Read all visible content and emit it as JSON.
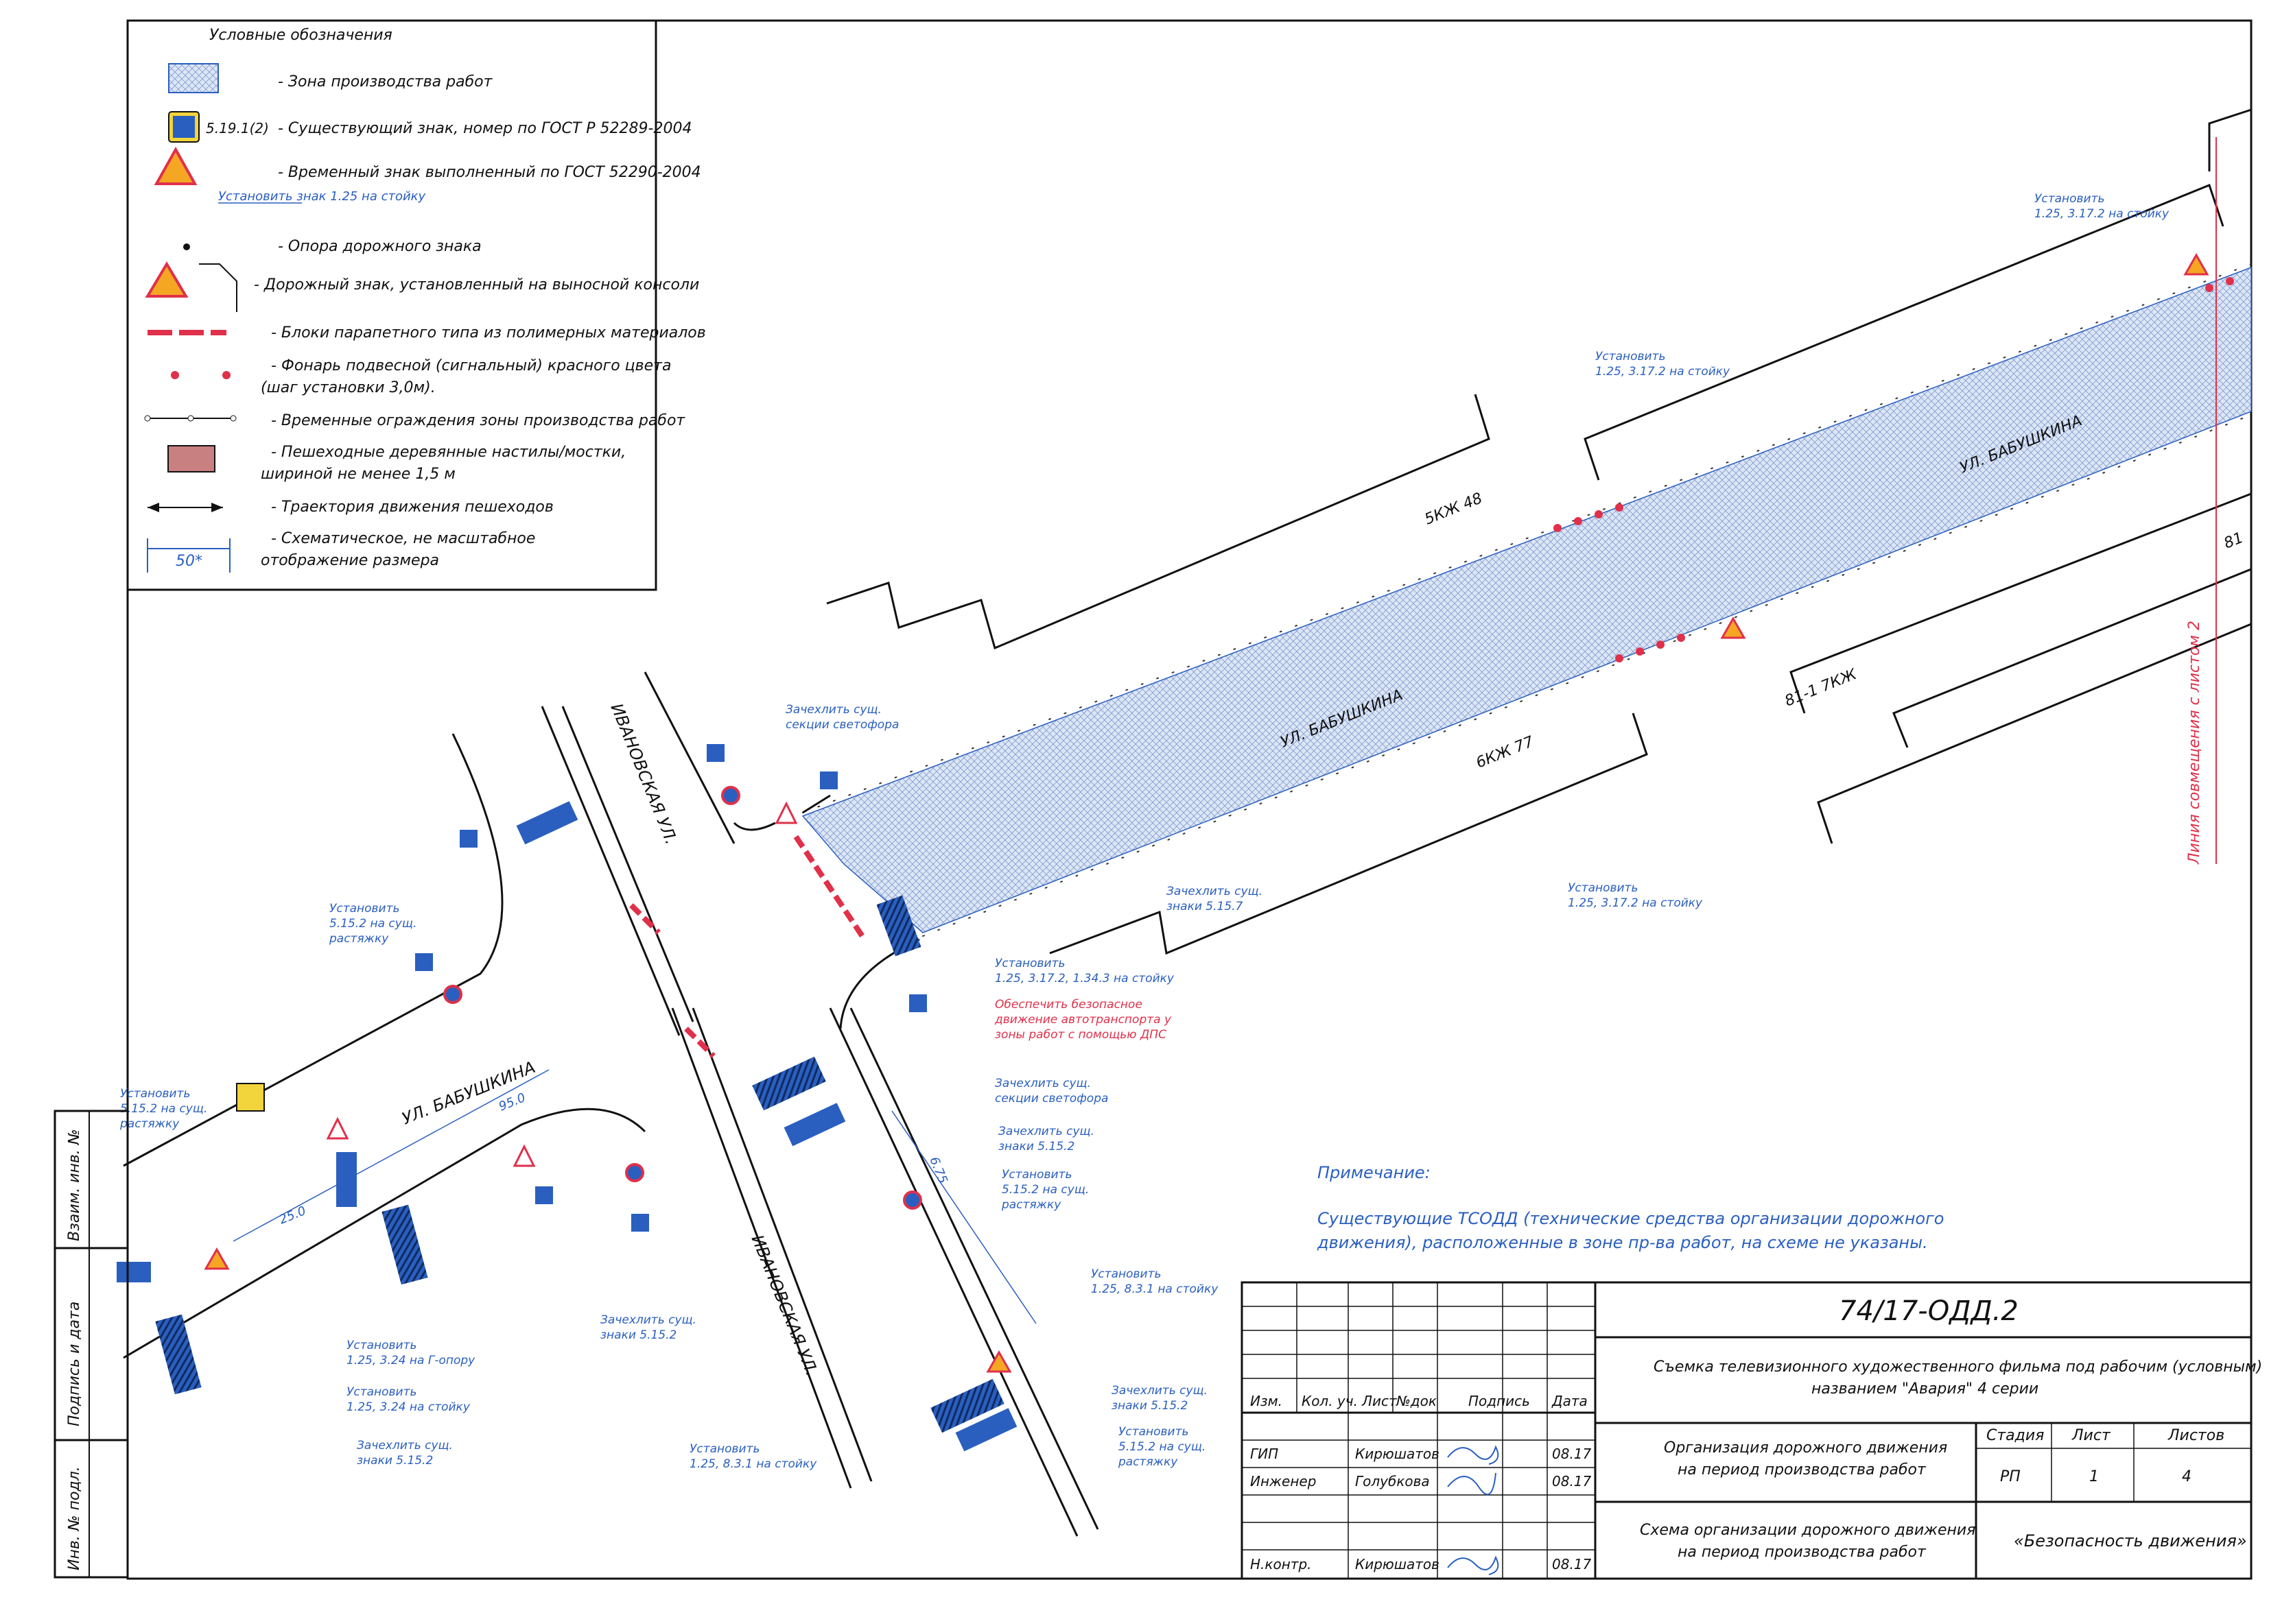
{
  "legend": {
    "title": "Условные обозначения",
    "items": [
      {
        "icon": "hatched-zone",
        "text": "- Зона производства работ"
      },
      {
        "icon": "existing-sign",
        "code": "5.19.1(2)",
        "text": "- Существующий знак, номер по ГОСТ Р 52289-2004"
      },
      {
        "icon": "temporary-sign",
        "text": "- Временный знак выполненный по ГОСТ 52290-2004",
        "note": "Установить знак 1.25 на стойку"
      },
      {
        "icon": "sign-pole",
        "text": "- Опора дорожного знака"
      },
      {
        "icon": "console-sign",
        "text": "- Дорожный знак, установленный на выносной консоли"
      },
      {
        "icon": "parapet-blocks",
        "text": "- Блоки парапетного типа из полимерных материалов"
      },
      {
        "icon": "red-lamps",
        "text": "- Фонарь подвесной (сигнальный) красного цвета",
        "text2": "(шаг установки 3,0м)."
      },
      {
        "icon": "temp-fence",
        "text": "- Временные ограждения зоны производства работ"
      },
      {
        "icon": "wood-decking",
        "text": "- Пешеходные деревянные настилы/мостки,",
        "text2": "шириной не менее 1,5 м"
      },
      {
        "icon": "ped-trajectory",
        "text": "- Траектория движения пешеходов"
      },
      {
        "icon": "schematic-dim",
        "code": "50*",
        "text": "- Схематическое, не масштабное",
        "text2": "отображение размера"
      }
    ]
  },
  "streets": {
    "babushkina_main": "УЛ. БАБУШКИНА",
    "babushkina_mid": "УЛ. БАБУШКИНА",
    "babushkina_left": "УЛ. БАБУШКИНА",
    "ivanovskaya_top": "ИВАНОВСКАЯ УЛ.",
    "ivanovskaya_bottom": "ИВАНОВСКАЯ УЛ."
  },
  "buildings": {
    "b1": "5КЖ  48",
    "b2": "6КЖ  77",
    "b3": "81-1   7КЖ",
    "b4": "81"
  },
  "dimensions": {
    "d1": "95.0",
    "d2": "25.0",
    "d3": "6.75"
  },
  "annotations": {
    "a1": [
      "Установить",
      "1.25, 3.17.2 на стойку"
    ],
    "a2": [
      "Установить",
      "1.25, 3.17.2 на стойку"
    ],
    "a3": [
      "Установить",
      "1.25, 3.17.2 на стойку"
    ],
    "a4": [
      "Зачехлить сущ.",
      "секции светофора"
    ],
    "a5": [
      "Зачехлить сущ.",
      "знаки 5.15.7"
    ],
    "a6": [
      "Установить",
      "1.25, 3.17.2, 1.34.3 на стойку"
    ],
    "a7": [
      "Обеспечить безопасное",
      "движение автотранспорта у",
      "зоны работ с помощью ДПС"
    ],
    "a8": [
      "Установить",
      "5.15.2 на сущ.",
      "растяжку"
    ],
    "a9": [
      "Установить",
      "5.15.2 на сущ.",
      "растяжку"
    ],
    "a10": [
      "Зачехлить сущ.",
      "секции светофора"
    ],
    "a11": [
      "Зачехлить сущ.",
      "знаки 5.15.2"
    ],
    "a12": [
      "Установить",
      "5.15.2 на сущ.",
      "растяжку"
    ],
    "a13": [
      "Установить",
      "1.25, 8.3.1 на стойку"
    ],
    "a14": [
      "Зачехлить сущ.",
      "знаки 5.15.2"
    ],
    "a15": [
      "Установить",
      "5.15.2 на сущ.",
      "растяжку"
    ],
    "a16": [
      "Установить",
      "1.25, 8.3.1 на стойку"
    ],
    "a17": [
      "Зачехлить сущ.",
      "знаки 5.15.2"
    ],
    "a18": [
      "Установить",
      "1.25, 3.24 на Г-опору"
    ],
    "a19": [
      "Установить",
      "1.25, 3.24 на стойку"
    ],
    "a20": [
      "Зачехлить сущ.",
      "знаки 5.15.2"
    ]
  },
  "connection_line": "Линия совмещения с листом 2",
  "note": {
    "title": "Примечание:",
    "line1": "Существующие ТСОДД (технические средства организации дорожного",
    "line2": "движения), расположенные в зоне пр-ва работ, на схеме не указаны."
  },
  "side_stamp": {
    "s1": "Взаим. инв. №",
    "s2": "Подпись и дата",
    "s3": "Инв. № подл."
  },
  "title_block": {
    "doc_code": "74/17-ОДД.2",
    "project_line1": "Съемка телевизионного художественного фильма под рабочим (условным)",
    "project_line2": "названием \"Авария\" 4 серии",
    "col_headers": [
      "Изм.",
      "Кол. уч.",
      "Лист",
      "№док",
      "Подпись",
      "Дата"
    ],
    "rows": [
      {
        "role": "ГИП",
        "name": "Кирюшатов",
        "date": "08.17"
      },
      {
        "role": "Инженер",
        "name": "Голубкова",
        "date": "08.17"
      },
      {
        "role": "Н.контр.",
        "name": "Кирюшатов",
        "date": "08.17"
      }
    ],
    "section_line1": "Организация дорожного движения",
    "section_line2": "на период производства работ",
    "stage_header": "Стадия",
    "sheet_header": "Лист",
    "sheets_header": "Листов",
    "stage": "РП",
    "sheet": "1",
    "sheets": "4",
    "scheme_line1": "Схема организации дорожного движения",
    "scheme_line2": "на период производства работ",
    "company": "«Безопасность движения»"
  },
  "colors": {
    "annotation": "#2a5fbf",
    "warning": "#e0304a",
    "zone": "#c9d6ee"
  }
}
